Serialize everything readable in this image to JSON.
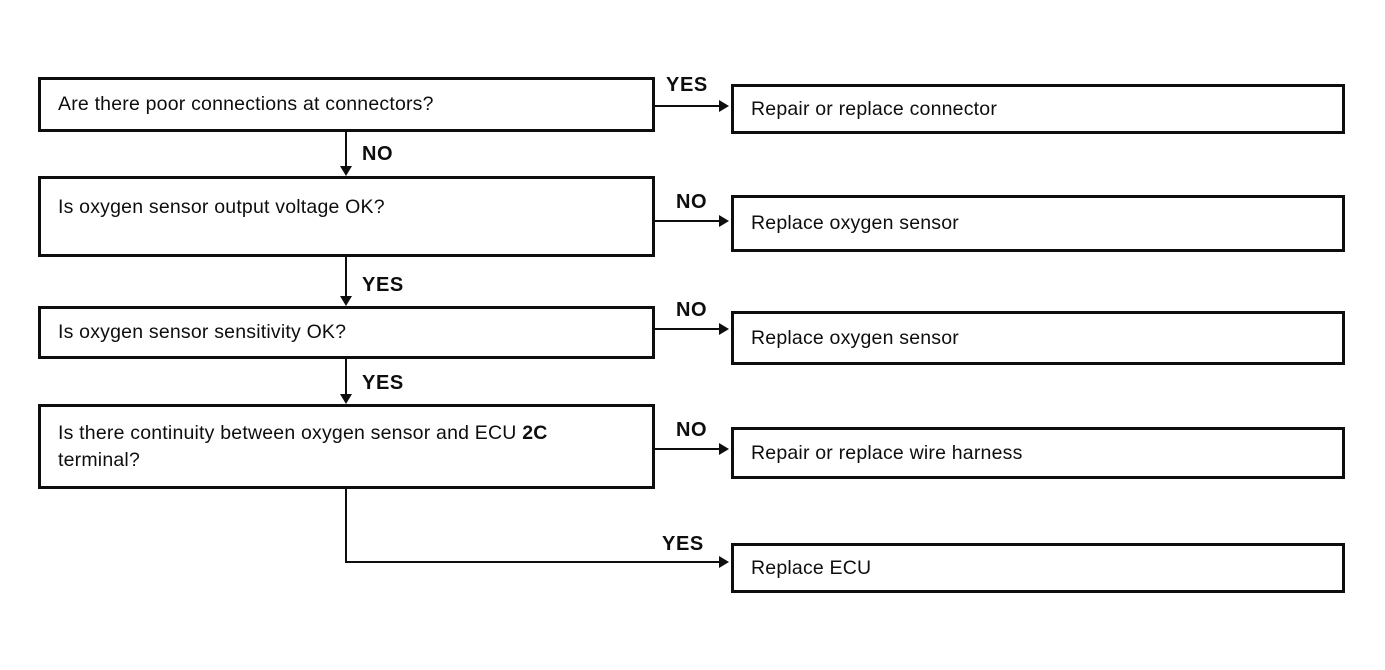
{
  "page": {
    "background_color": "#ffffff",
    "ink_color": "#0e0e0e"
  },
  "flowchart": {
    "questions": [
      {
        "text": "Are there poor connections at connectors?"
      },
      {
        "text": "Is oxygen sensor output voltage OK?"
      },
      {
        "text": "Is oxygen sensor sensitivity OK?"
      },
      {
        "prefix": "Is there continuity between oxygen sensor and ECU ",
        "bold": "2C",
        "suffix": " terminal?"
      }
    ],
    "actions": [
      {
        "text": "Repair or replace connector"
      },
      {
        "text": "Replace oxygen sensor"
      },
      {
        "text": "Replace oxygen sensor"
      },
      {
        "text": "Repair or replace wire harness"
      },
      {
        "text": "Replace ECU"
      }
    ],
    "labels": {
      "q1_yes": "YES",
      "q1_no": "NO",
      "q2_no": "NO",
      "q2_yes": "YES",
      "q3_no": "NO",
      "q3_yes": "YES",
      "q4_no": "NO",
      "q4_yes": "YES"
    }
  }
}
